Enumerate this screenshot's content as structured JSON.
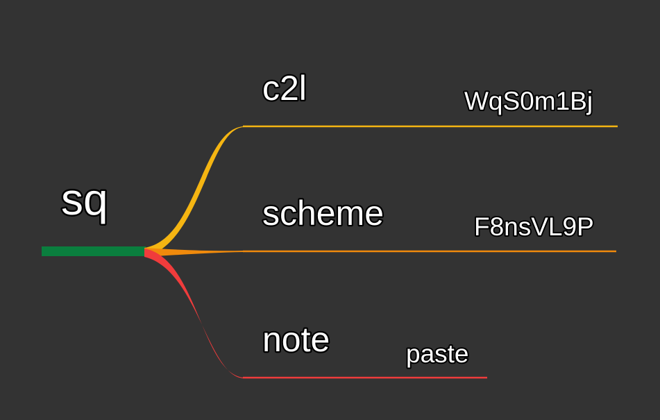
{
  "root": {
    "label": "sq",
    "color": "#0a7e3e"
  },
  "branches": [
    {
      "label": "c2l",
      "color": "#f5b512",
      "leaf": {
        "label": "WqS0m1Bj"
      }
    },
    {
      "label": "scheme",
      "color": "#f08a0c",
      "leaf": {
        "label": "F8nsVL9P"
      }
    },
    {
      "label": "note",
      "color": "#f03c3c",
      "leaf": {
        "label": "paste"
      }
    }
  ]
}
